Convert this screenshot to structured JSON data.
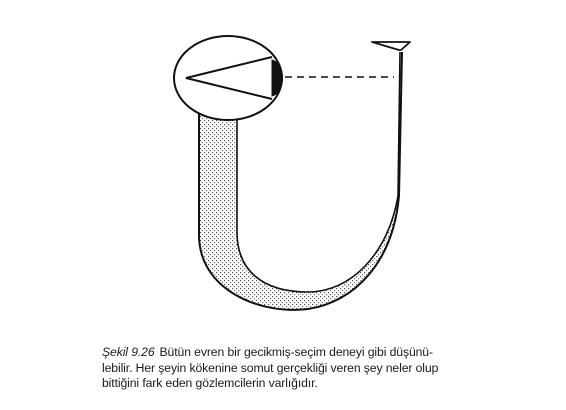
{
  "caption": {
    "figure_label": "Şekil 9.26",
    "line1": "Bütün evren bir gecikmiş-seçim deneyi gibi düşünü-",
    "line2": "lebilir. Her şeyin kökenine somut gerçekliği veren şey neler olup",
    "line3": "bittiğini fark eden gözlemcilerin varlığıdır."
  }
}
